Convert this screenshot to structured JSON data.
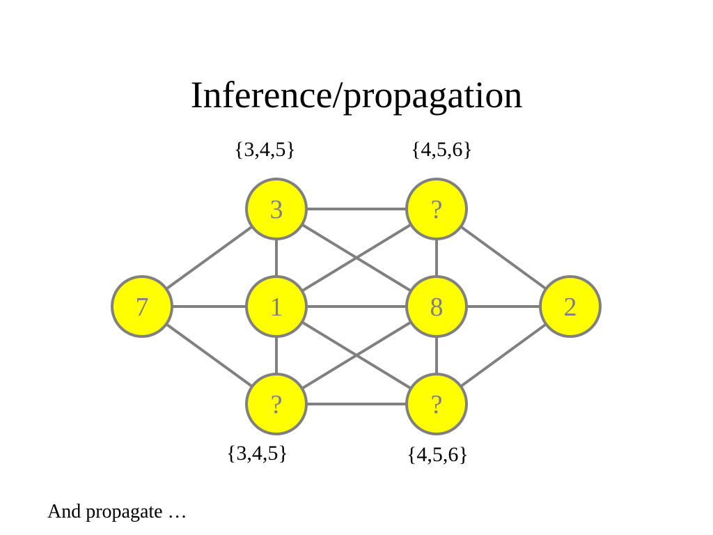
{
  "title": "Inference/propagation",
  "domain_labels": {
    "top_left": "{3,4,5}",
    "top_right": "{4,5,6}",
    "bottom_left": "{3,4,5}",
    "bottom_right": "{4,5,6}"
  },
  "footer": "And propagate …",
  "colors": {
    "node_fill": "#ffff00",
    "node_stroke": "#808080",
    "edge": "#808080",
    "node_text": "#808080"
  },
  "nodes": [
    {
      "id": "n7",
      "label": "7"
    },
    {
      "id": "n3",
      "label": "3"
    },
    {
      "id": "n1",
      "label": "1"
    },
    {
      "id": "nq1",
      "label": "?"
    },
    {
      "id": "nq2",
      "label": "?"
    },
    {
      "id": "n8",
      "label": "8"
    },
    {
      "id": "nq3",
      "label": "?"
    },
    {
      "id": "n2",
      "label": "2"
    }
  ],
  "edges": [
    [
      "n7",
      "n3"
    ],
    [
      "n7",
      "n1"
    ],
    [
      "n7",
      "nq1"
    ],
    [
      "n3",
      "n1"
    ],
    [
      "n1",
      "nq1"
    ],
    [
      "n3",
      "nq2"
    ],
    [
      "n3",
      "n8"
    ],
    [
      "n1",
      "nq2"
    ],
    [
      "n1",
      "n8"
    ],
    [
      "n1",
      "nq3"
    ],
    [
      "nq1",
      "n8"
    ],
    [
      "nq1",
      "nq3"
    ],
    [
      "nq2",
      "n8"
    ],
    [
      "n8",
      "nq3"
    ],
    [
      "nq2",
      "n2"
    ],
    [
      "n8",
      "n2"
    ],
    [
      "nq3",
      "n2"
    ]
  ]
}
